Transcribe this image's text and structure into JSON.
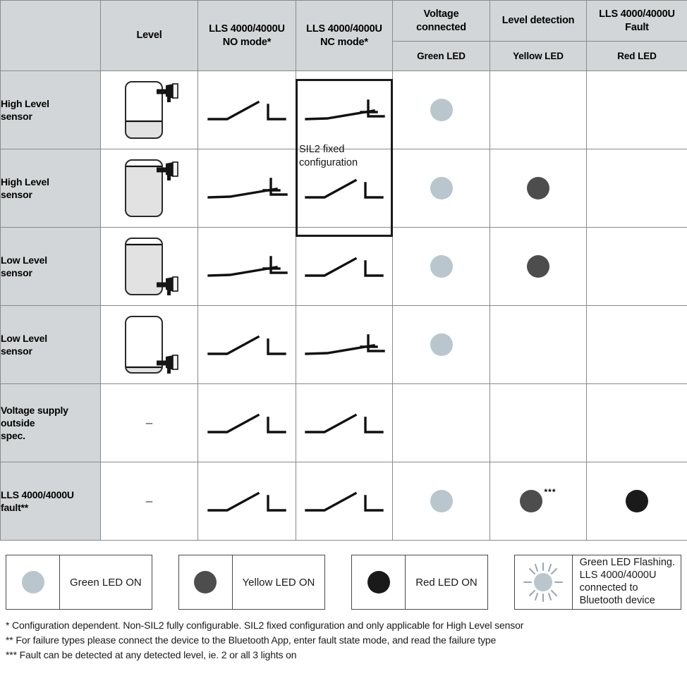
{
  "header": {
    "col_blank": "",
    "col_level": "Level",
    "col_no_mode_l1": "LLS 4000/4000U",
    "col_no_mode_l2": "NO mode*",
    "col_nc_mode_l1": "LLS 4000/4000U",
    "col_nc_mode_l2": "NC mode*",
    "col_voltage_l1": "Voltage",
    "col_voltage_l2": "connected",
    "col_level_detection": "Level detection",
    "col_fault_l1": "LLS 4000/4000U",
    "col_fault_l2": "Fault",
    "sub_green": "Green LED",
    "sub_yellow": "Yellow LED",
    "sub_red": "Red LED"
  },
  "sil2_callout": {
    "line1": "SIL2 fixed",
    "line2": "configuration"
  },
  "rows": [
    {
      "label_l1": "High Level",
      "label_l2": "sensor",
      "level_icon": "tank-high-sensor-low-fill",
      "no_mode_wave": "steep-ramp-rising-step",
      "nc_mode_wave": "shallow-ramp-falling-step",
      "green_led": "on",
      "yellow_led": "off",
      "red_led": "off",
      "yellow_note": ""
    },
    {
      "label_l1": "High Level",
      "label_l2": "sensor",
      "level_icon": "tank-high-sensor-full",
      "no_mode_wave": "shallow-ramp-falling-step",
      "nc_mode_wave": "steep-ramp-rising-step",
      "green_led": "on",
      "yellow_led": "on",
      "red_led": "off",
      "yellow_note": ""
    },
    {
      "label_l1": "Low Level",
      "label_l2": "sensor",
      "level_icon": "tank-low-sensor-full",
      "no_mode_wave": "shallow-ramp-falling-step",
      "nc_mode_wave": "steep-ramp-rising-step",
      "green_led": "on",
      "yellow_led": "on",
      "red_led": "off",
      "yellow_note": ""
    },
    {
      "label_l1": "Low Level",
      "label_l2": "sensor",
      "level_icon": "tank-low-sensor-empty",
      "no_mode_wave": "steep-ramp-rising-step",
      "nc_mode_wave": "shallow-ramp-falling-step",
      "green_led": "on",
      "yellow_led": "off",
      "red_led": "off",
      "yellow_note": ""
    },
    {
      "label_l1": "Voltage supply",
      "label_l2": "outside",
      "label_l3": "spec.",
      "level_icon": "dash",
      "level_dash": "–",
      "no_mode_wave": "steep-ramp-rising-step",
      "nc_mode_wave": "steep-ramp-rising-step",
      "green_led": "off",
      "yellow_led": "off",
      "red_led": "off",
      "yellow_note": ""
    },
    {
      "label_l1": "LLS 4000/4000U",
      "label_l2": "fault**",
      "level_icon": "dash",
      "level_dash": "–",
      "no_mode_wave": "steep-ramp-rising-step",
      "nc_mode_wave": "steep-ramp-rising-step",
      "green_led": "on",
      "yellow_led": "on",
      "red_led": "on",
      "yellow_note": "***"
    }
  ],
  "legend": [
    {
      "swatch": "led-green-dot",
      "text": "Green LED ON"
    },
    {
      "swatch": "led-yellow-dot",
      "text": "Yellow LED ON"
    },
    {
      "swatch": "led-red-dot",
      "text": "Red LED ON"
    },
    {
      "swatch": "led-flashing-sun-icon",
      "text_l1": "Green LED Flashing.",
      "text_l2": "LLS 4000/4000U",
      "text_l3": "connected to",
      "text_l4": "Bluetooth device"
    }
  ],
  "footnotes": {
    "note1": "* Configuration dependent. Non-SIL2 fully configurable. SIL2 fixed configuration and only applicable for High Level sensor",
    "note2": "** For failure types please connect the device to the Bluetooth App, enter fault state mode, and read the failure type",
    "note3": "*** Fault can be detected at any detected level, ie. 2 or all 3 lights on"
  },
  "colors": {
    "header_bg": "#d3d6d8",
    "label_bg": "#d3d6d8",
    "green_led": "#b9c6ce",
    "yellow_led": "#4d4d4d",
    "red_led": "#1a1a1a",
    "grid_line": "#8a8a8a",
    "emphasis_border": "#1a1a1a"
  }
}
